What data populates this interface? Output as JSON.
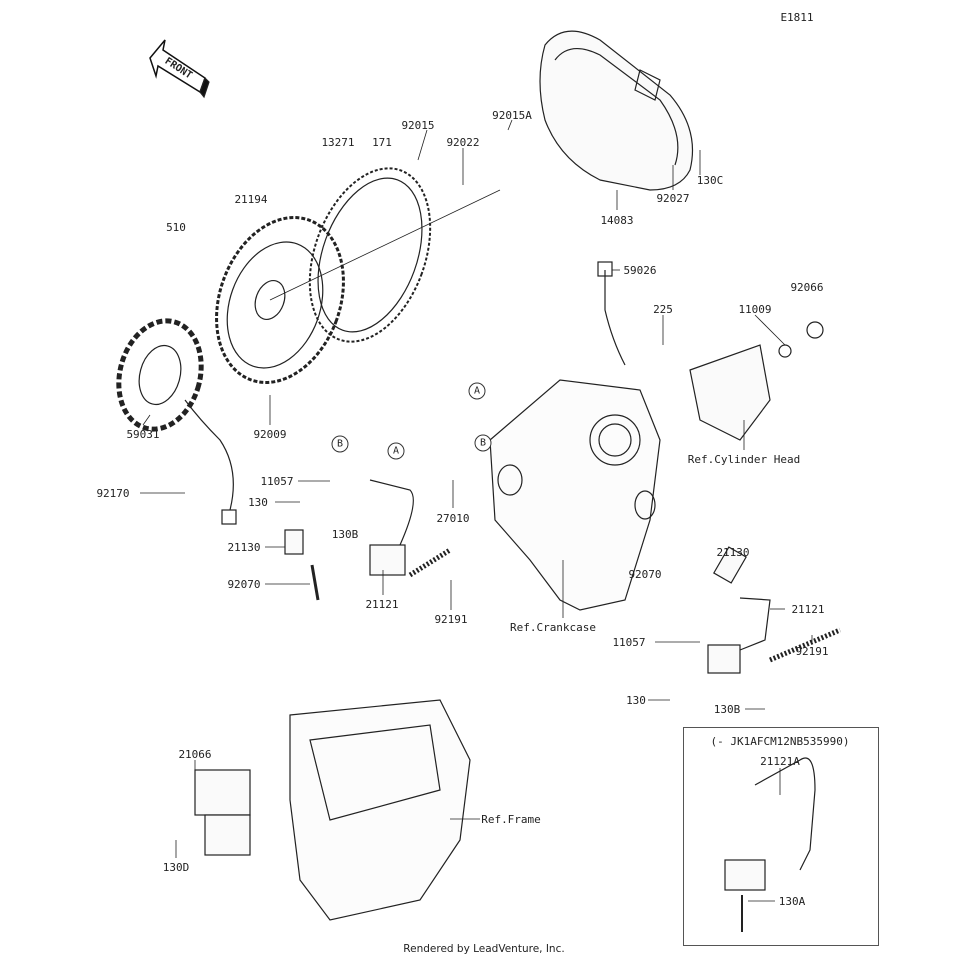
{
  "diagram_id": "E1811",
  "front_arrow": "FRONT",
  "labels": {
    "p13271": "13271",
    "p171": "171",
    "p92015": "92015",
    "p92022": "92022",
    "p92015A": "92015A",
    "p130C": "130C",
    "p92027": "92027",
    "p14083": "14083",
    "p21194": "21194",
    "p510": "510",
    "p59026": "59026",
    "p225": "225",
    "p92066": "92066",
    "p11009": "11009",
    "p59031": "59031",
    "p92009": "92009",
    "p11057_l": "11057",
    "p130_l": "130",
    "p92170": "92170",
    "p27010": "27010",
    "ref_cyl": "Ref.Cylinder Head",
    "p21130_l": "21130",
    "p130B_l": "130B",
    "p21130_r": "21130",
    "p92070_r": "92070",
    "p92070_l": "92070",
    "p21121_l": "21121",
    "p92191_l": "92191",
    "ref_crank": "Ref.Crankcase",
    "p21121_r": "21121",
    "p11057_r": "11057",
    "p92191_r": "92191",
    "p130_r": "130",
    "p130B_r": "130B",
    "p21066": "21066",
    "ref_frame": "Ref.Frame",
    "p130D": "130D"
  },
  "callouts": {
    "a": "A",
    "b": "B"
  },
  "inset": {
    "range": "(- JK1AFCM12NB535990)",
    "part": "21121A",
    "bolt": "130A"
  },
  "footer": "Rendered by LeadVenture, Inc."
}
